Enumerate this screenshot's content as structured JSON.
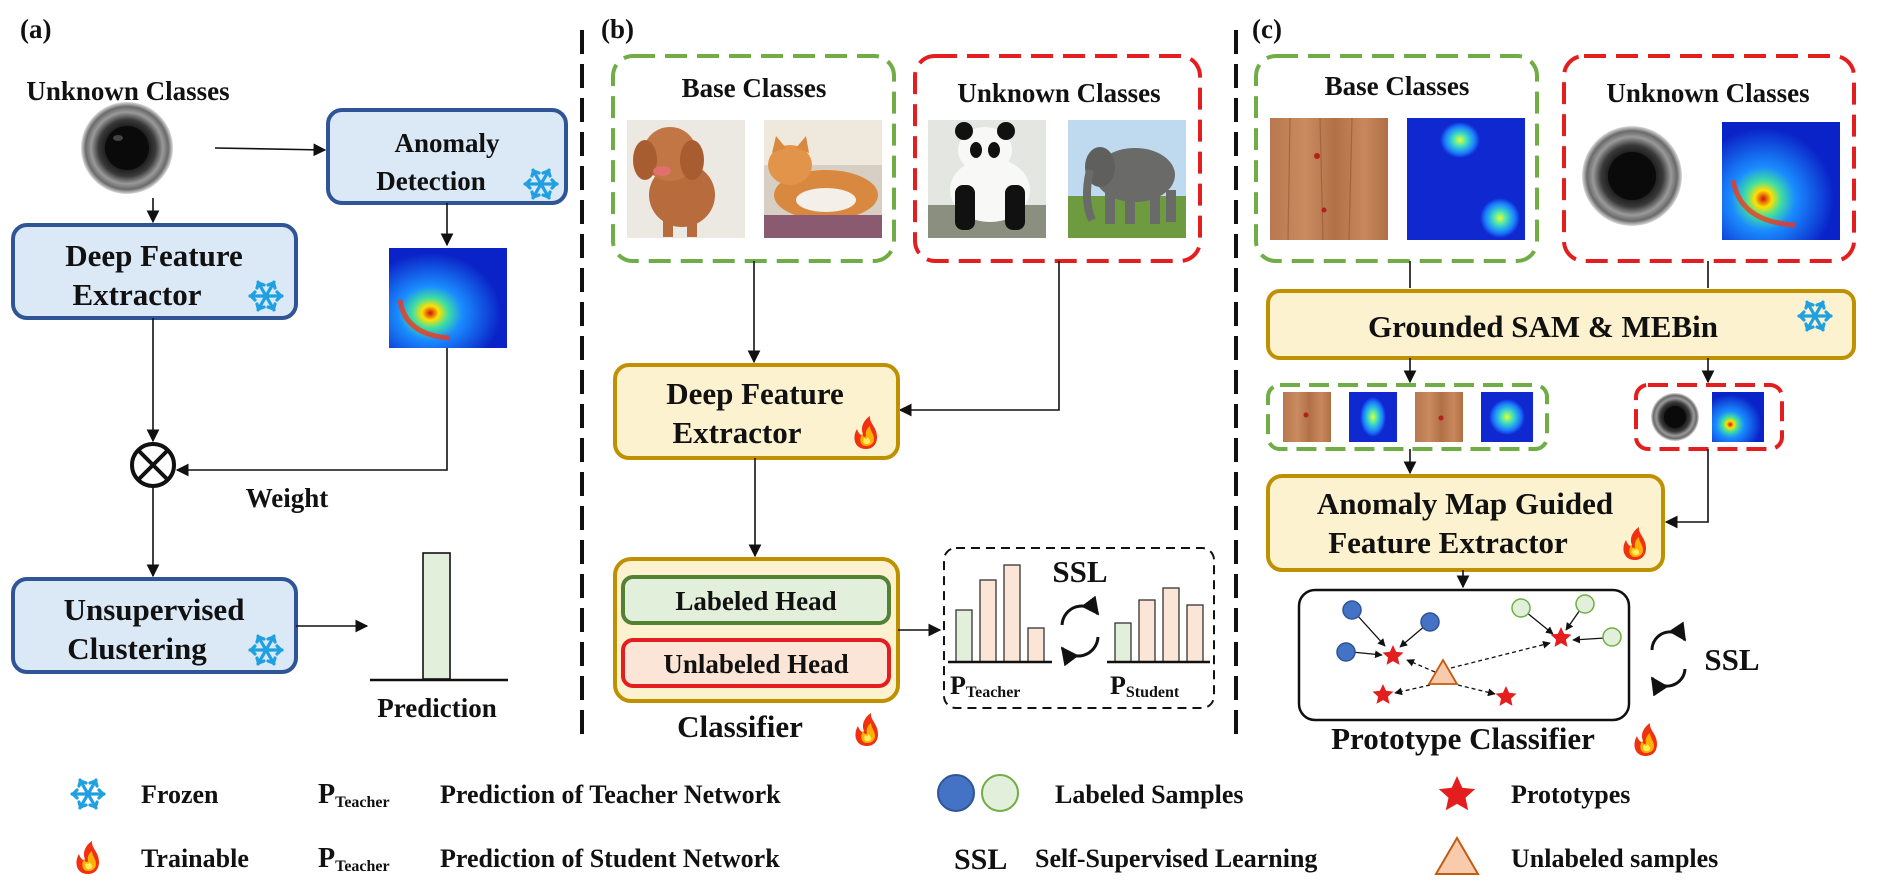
{
  "panel_labels": {
    "a": "(a)",
    "b": "(b)",
    "c": "(c)"
  },
  "panel_a": {
    "unknown_classes": "Unknown  Classes",
    "anomaly_detection": [
      "Anomaly",
      "Detection"
    ],
    "deep_feature_extractor": [
      "Deep Feature",
      "Extractor"
    ],
    "weight": "Weight",
    "unsupervised_clustering": [
      "Unsupervised",
      "Clustering"
    ],
    "prediction": "Prediction"
  },
  "panel_b": {
    "base_classes": "Base Classes",
    "unknown_classes": "Unknown  Classes",
    "deep_feature_extractor": [
      "Deep Feature",
      "Extractor"
    ],
    "labeled_head": "Labeled Head",
    "unlabeled_head": "Unlabeled Head",
    "classifier": "Classifier",
    "ssl": "SSL",
    "p_teacher": {
      "main": "P",
      "sub": "Teacher"
    },
    "p_student": {
      "main": "P",
      "sub": "Student"
    }
  },
  "panel_c": {
    "base_classes": "Base Classes",
    "unknown_classes": "Unknown  Classes",
    "grounded_sam": "Grounded SAM & MEBin",
    "anomaly_map_extractor": [
      "Anomaly Map Guided",
      "Feature Extractor"
    ],
    "ssl": "SSL",
    "prototype_classifier": "Prototype Classifier"
  },
  "legend": {
    "frozen": "Frozen",
    "trainable": "Trainable",
    "p_teacher_1": {
      "main": "P",
      "sub": "Teacher"
    },
    "p_teacher_1_desc": "Prediction of Teacher Network",
    "p_teacher_2": {
      "main": "P",
      "sub": "Teacher"
    },
    "p_teacher_2_desc": "Prediction of Student Network",
    "labeled_samples": "Labeled Samples",
    "ssl_abbr": "SSL",
    "ssl_desc": "Self-Supervised Learning",
    "prototypes": "Prototypes",
    "unlabeled_samples": "Unlabeled samples"
  },
  "colors": {
    "blue_box_fill": "#dbe8f6",
    "blue_box_stroke": "#2f5597",
    "yellow_box_fill": "#fdf2cf",
    "yellow_box_stroke": "#bf9000",
    "green_dash": "#70ad47",
    "red_dash": "#e41e1e",
    "green_head_fill": "#e2efda",
    "red_head_fill": "#fbe5d6",
    "teacher_bar": "#e2efda",
    "student_bar": "#fbe5d6",
    "labeled_dark": "#4472c4",
    "labeled_light": "#e2efda",
    "prototype_star": "#e41e1e",
    "unlabeled_triangle": "#f8cbad"
  },
  "icons": [
    "snowflake-icon",
    "flame-icon",
    "cross-circle-icon",
    "star-icon",
    "triangle-icon"
  ]
}
